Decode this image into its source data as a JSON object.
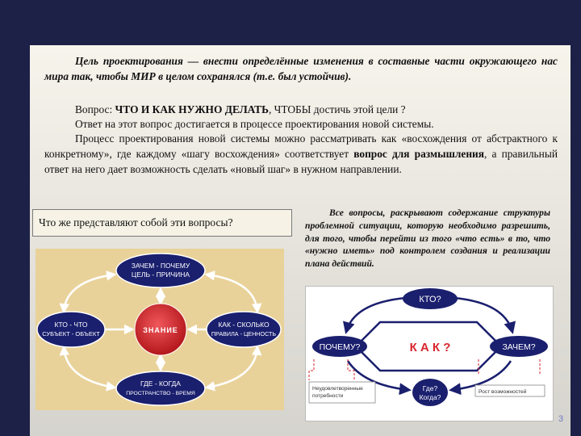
{
  "text": {
    "p1": "Цель проектирования — внести определённые изменения в составные части окружающего нас мира так, чтобы МИР в целом сохранялся (т.е. был устойчив).",
    "p2_pre": "Вопрос: ",
    "p2_bold": "ЧТО И КАК НУЖНО ДЕЛАТЬ",
    "p2_post": ", ЧТОБЫ достичь этой цели ?",
    "p3": "Ответ на этот вопрос достигается в процессе проектирования новой системы.",
    "p4_pre": "Процесс проектирования новой системы можно рассматривать как «восхождения от абстрактного к конкретному», где каждому «шагу восхождения» соответствует ",
    "p4_bold": "вопрос для размышления",
    "p4_post": ", а правильный ответ на него дает возможность сделать «новый шаг» в нужном направлении.",
    "question": "Что же представляют собой эти вопросы?",
    "right": "Все вопросы, раскрывают содержание структуры проблемной ситуации, которую необходимо разрешить, для того, чтобы перейти из того «что есть» в то, что «нужно иметь» под контролем создания и реализации плана действий.",
    "page_number": "3"
  },
  "diagram1": {
    "top_line1": "ЗАЧЕМ - ПОЧЕМУ",
    "top_line2": "ЦЕЛЬ - ПРИЧИНА",
    "left_line1": "КТО - ЧТО",
    "left_line2": "СУБЪЕКТ - ОБЪЕКТ",
    "right_line1": "КАК - СКОЛЬКО",
    "right_line2": "ПРАВИЛА - ЦЕННОСТЬ",
    "bottom_line1": "ГДЕ - КОГДА",
    "bottom_line2": "ПРОСТРАНСТВО - ВРЕМЯ",
    "center": "ЗНАНИЕ",
    "colors": {
      "bg": "#e9d29a",
      "node": "#1a1f6e",
      "center": "#d8262c"
    }
  },
  "diagram2": {
    "kto": "КТО?",
    "pochemu": "ПОЧЕМУ?",
    "zachem": "ЗАЧЕМ?",
    "kak": "К А К ?",
    "gde_line1": "Где?",
    "gde_line2": "Когда?",
    "note_left": "Неудовлетворенные потребности",
    "note_right": "Рост возможностей",
    "colors": {
      "node": "#1a1f6e",
      "kak": "#d8262c"
    }
  }
}
